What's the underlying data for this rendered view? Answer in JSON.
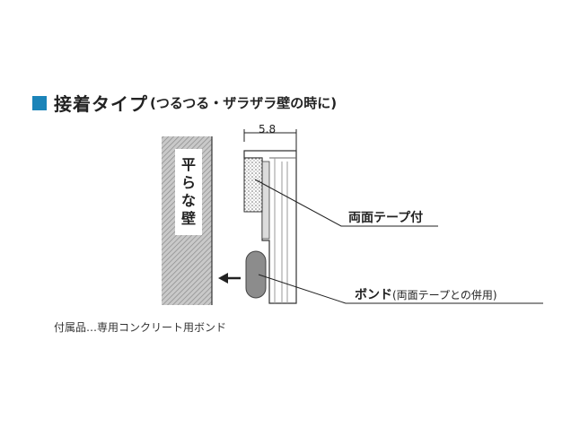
{
  "heading": {
    "title": "接着タイプ",
    "subtitle": "(つるつる・ザラザラ壁の時に)",
    "bullet_color": "#1b84b9"
  },
  "wall": {
    "label_chars": [
      "平",
      "ら",
      "な",
      "壁"
    ]
  },
  "dimension": "5.8",
  "callouts": {
    "tape": "両面テープ付",
    "bond": "ボンド",
    "bond_note": "(両面テープとの併用)"
  },
  "footnote": "付属品…専用コンクリート用ボンド",
  "colors": {
    "wall_hatch": "#9a9a9a",
    "rail_fill": "#ffffff",
    "bond_fill": "#8c8c8c",
    "tape_dots": "#6f6f6f"
  }
}
